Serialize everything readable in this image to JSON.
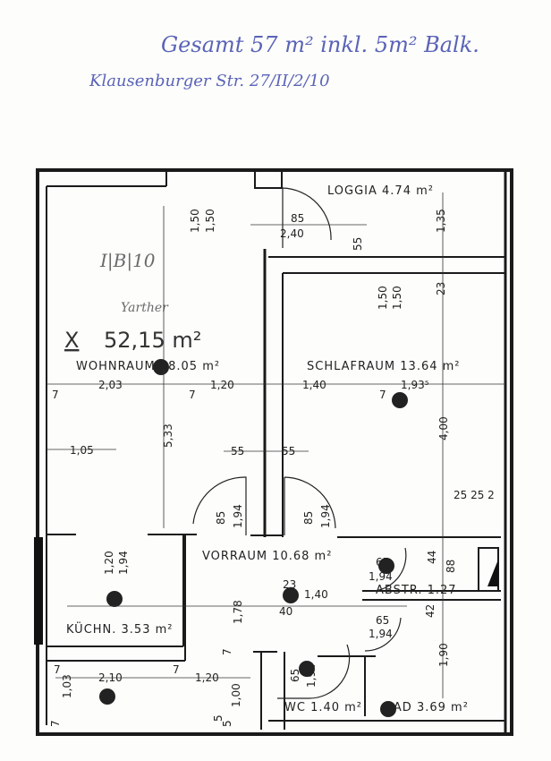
{
  "notes": {
    "total": "Gesamt 57 m² inkl. 5m² Balk.",
    "address": "Klausenburger Str. 27/II/2/10",
    "unit": "I|B|10",
    "handwritten_name": "Yarther",
    "total_area": "52,15 m²",
    "total_mark": "X"
  },
  "rooms": {
    "loggia": "LOGGIA 4.74 m²",
    "wohnraum": "WOHNRAUM 18.05 m²",
    "schlafraum": "SCHLAFRAUM 13.64 m²",
    "vorraum": "VORRAUM 10.68 m²",
    "kueche": "KÜCHN. 3.53 m²",
    "abstr": "ABSTR. 1.27",
    "wc": "WC 1.40 m²",
    "bad": "BAD 3.69 m²"
  },
  "dims": {
    "d150a": "1,50",
    "d150b": "1,50",
    "d85a": "85",
    "d240": "2,40",
    "d55a": "55",
    "d135": "1,35",
    "d150c": "1,50",
    "d150d": "1,50",
    "d23a": "23",
    "d203": "2,03",
    "d120a": "1,20",
    "d140a": "1,40",
    "d1935": "1,93⁵",
    "d7a": "7",
    "d7b": "7",
    "d7c": "7",
    "d533": "5,33",
    "d400": "4,00",
    "d105": "1,05",
    "d55b": "55",
    "d55c": "55",
    "d85b": "85",
    "d194a": "1,94",
    "d85c": "85",
    "d194b": "1,94",
    "d2525": "25 25 2",
    "d120b": "1,20",
    "d194c": "1,94",
    "d44": "44",
    "d88": "88",
    "d65a": "65",
    "d194d": "1,94",
    "d23b": "23",
    "d140b": "1,40",
    "d40": "40",
    "d178": "1,78",
    "d65b": "65",
    "d194e": "1,94",
    "d42": "42",
    "d190": "1,90",
    "d7d": "7",
    "d7e": "7",
    "d210": "2,10",
    "d7f": "7",
    "d120c": "1,20",
    "d103": "1,03",
    "d100": "1,00",
    "d65c": "65",
    "d194f": "1,94",
    "d7g": "7",
    "d5": "5",
    "d5b": "5"
  }
}
